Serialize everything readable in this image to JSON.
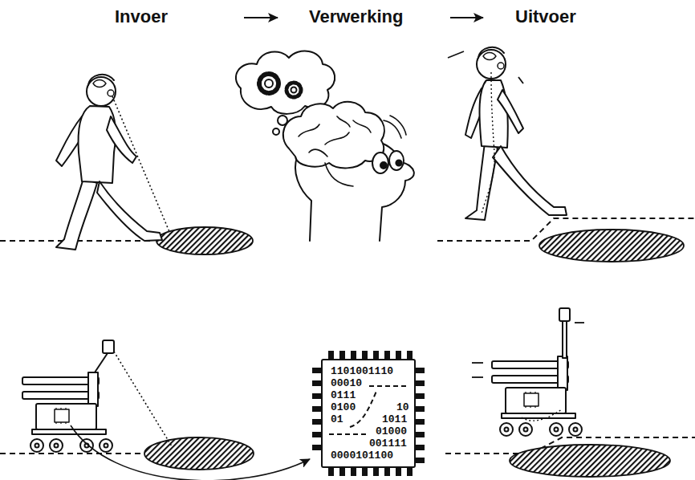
{
  "diagram": {
    "nodes": [
      {
        "text": [
          "Invoer"
        ]
      },
      {
        "text": [
          "Verwerking"
        ]
      },
      {
        "text": [
          "Uitvoer"
        ]
      },
      {
        "text": [
          "1101001110",
          "00010",
          "0111",
          "0100",
          "10",
          "01",
          "1011",
          "01000",
          "001111",
          "0000101100"
        ]
      }
    ],
    "edges": [
      {
        "from": 0,
        "to": 1,
        "arrow": "to"
      },
      {
        "from": 1,
        "to": 2,
        "arrow": "to"
      }
    ]
  }
}
